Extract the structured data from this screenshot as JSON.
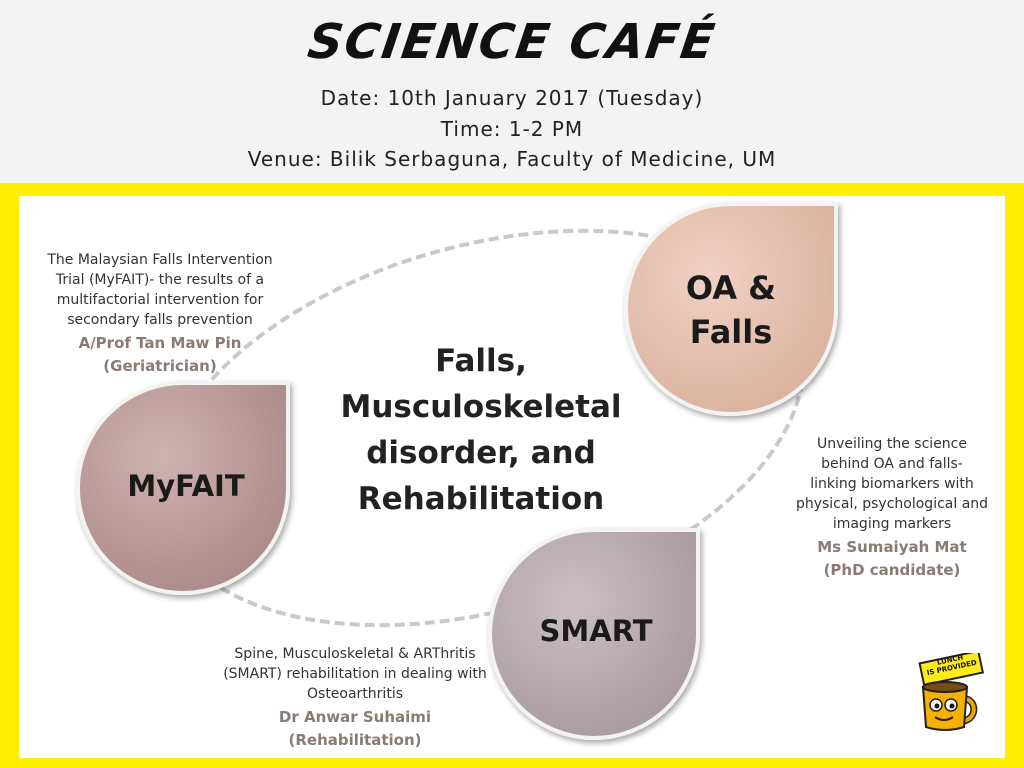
{
  "header": {
    "title": "SCIENCE CAFÉ",
    "date": "Date: 10th January 2017 (Tuesday)",
    "time": "Time: 1-2 PM",
    "venue": "Venue: Bilik Serbaguna, Faculty of Medicine, UM"
  },
  "center": {
    "lines": [
      "Falls,",
      "Musculoskeletal",
      "disorder, and",
      "Rehabilitation"
    ]
  },
  "topics": {
    "oa": {
      "label_lines": [
        "OA &",
        "Falls"
      ],
      "color": "#e8c4b4",
      "description_lines": [
        "Unveiling the science",
        "behind OA and falls-",
        "linking biomarkers with",
        "physical, psychological and",
        "imaging markers"
      ],
      "speaker_lines": [
        "Ms Sumaiyah Mat",
        "(PhD candidate)"
      ]
    },
    "myfait": {
      "label": "MyFAIT",
      "color": "#c4a4a2",
      "description_lines": [
        "The Malaysian Falls Intervention",
        "Trial (MyFAIT)- the results of a",
        "multifactorial intervention for",
        "secondary falls prevention"
      ],
      "speaker_lines": [
        "A/Prof Tan Maw Pin",
        "(Geriatrician)"
      ]
    },
    "smart": {
      "label": "SMART",
      "color": "#bdb0b6",
      "description_lines": [
        "Spine, Musculoskeletal & ARThritis",
        "(SMART) rehabilitation in dealing with",
        "Osteoarthritis"
      ],
      "speaker_lines": [
        "Dr Anwar Suhaimi",
        "(Rehabilitation)"
      ]
    }
  },
  "badge": {
    "line1": "LUNCH",
    "line2": "IS PROVIDED",
    "icon": "coffee-mug-icon"
  },
  "colors": {
    "frame": "#ffef00",
    "header_bg": "#f3f3f3",
    "speaker": "#8a7a74"
  }
}
